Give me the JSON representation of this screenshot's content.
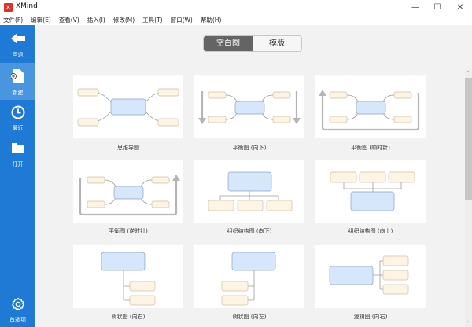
{
  "window": {
    "title": "XMind",
    "logo": "xmind-logo",
    "controls": {
      "minimize": "—",
      "maximize": "☐",
      "close": "✕"
    }
  },
  "menubar": {
    "items": [
      {
        "label": "文件(F)"
      },
      {
        "label": "编辑(E)"
      },
      {
        "label": "查看(V)"
      },
      {
        "label": "插入(I)"
      },
      {
        "label": "修改(M)"
      },
      {
        "label": "工具(T)"
      },
      {
        "label": "窗口(W)"
      },
      {
        "label": "帮助(H)"
      }
    ]
  },
  "sidebar": {
    "accent": "#1f7ad6",
    "active_bg": "#4a95e0",
    "items": [
      {
        "label": "回退",
        "icon": "arrow-left-icon"
      },
      {
        "label": "新建",
        "icon": "new-file-icon",
        "active": true
      },
      {
        "label": "最近",
        "icon": "clock-icon"
      },
      {
        "label": "打开",
        "icon": "folder-icon"
      }
    ],
    "footer": {
      "label": "首选项",
      "icon": "gear-icon"
    }
  },
  "segmented": {
    "options": [
      {
        "label": "空白图",
        "selected": true
      },
      {
        "label": "模版",
        "selected": false
      }
    ]
  },
  "templates": [
    {
      "label": "思维导图",
      "type": "mind-map"
    },
    {
      "label": "平衡图 (向下)",
      "type": "balance-down"
    },
    {
      "label": "平衡图 (顺时针)",
      "type": "balance-clockwise"
    },
    {
      "label": "平衡图 (逆时针)",
      "type": "balance-counterclockwise"
    },
    {
      "label": "组织结构图 (向下)",
      "type": "org-down"
    },
    {
      "label": "组织结构图 (向上)",
      "type": "org-up"
    },
    {
      "label": "树状图 (向右)",
      "type": "tree-right"
    },
    {
      "label": "树状图 (向左)",
      "type": "tree-left"
    },
    {
      "label": "逻辑图 (向右)",
      "type": "logic-right"
    }
  ],
  "colors": {
    "central_topic_fill": "#d6e6fb",
    "central_topic_stroke": "#8aa3c4",
    "subtopic_fill": "#fdf4e3",
    "subtopic_stroke": "#cbbfa8",
    "connector": "#9c9c9c",
    "arrow": "#b5b5b5"
  },
  "scrollbar": {
    "up": "˄",
    "down": "˅"
  }
}
